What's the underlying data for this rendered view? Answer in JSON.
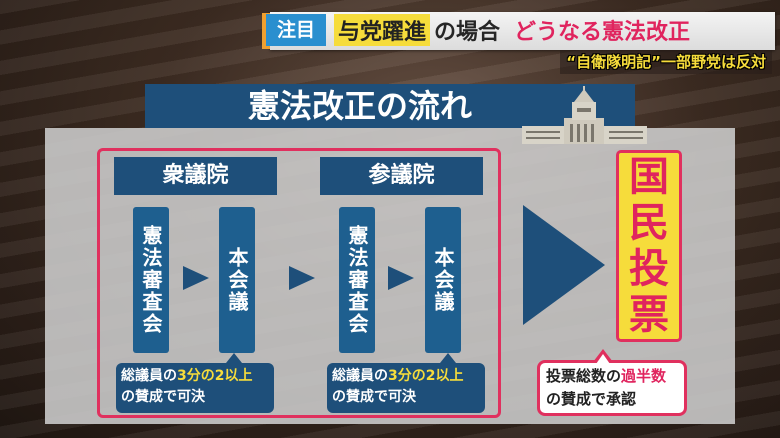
{
  "header": {
    "tag": "注目",
    "headline_highlight": "与党躍進",
    "headline_mid": "の場合",
    "headline_pink": "どうなる憲法改正",
    "subheadline": "“自衛隊明記”一部野党は反対"
  },
  "title": "憲法改正の流れ",
  "title_icon": "national-diet-building-icon",
  "houses": [
    {
      "name": "衆議院",
      "steps": [
        "憲法審査会",
        "本会議"
      ],
      "requirement_prefix": "総議員の",
      "requirement_highlight": "3分の2以上",
      "requirement_suffix": "の賛成で可決"
    },
    {
      "name": "参議院",
      "steps": [
        "憲法審査会",
        "本会議"
      ],
      "requirement_prefix": "総議員の",
      "requirement_highlight": "3分の2以上",
      "requirement_suffix": "の賛成で可決"
    }
  ],
  "final_step": {
    "label": "国民投票",
    "chars": [
      "国",
      "民",
      "投",
      "票"
    ],
    "requirement_prefix": "投票総数の",
    "requirement_highlight": "過半数",
    "requirement_suffix": "の賛成で承認"
  },
  "colors": {
    "navy": "#1e4f7a",
    "step_blue": "#1e5f8f",
    "accent_pink": "#e0245e",
    "highlight_yellow": "#f6dc3b",
    "tag_blue": "#2a8fcf"
  }
}
